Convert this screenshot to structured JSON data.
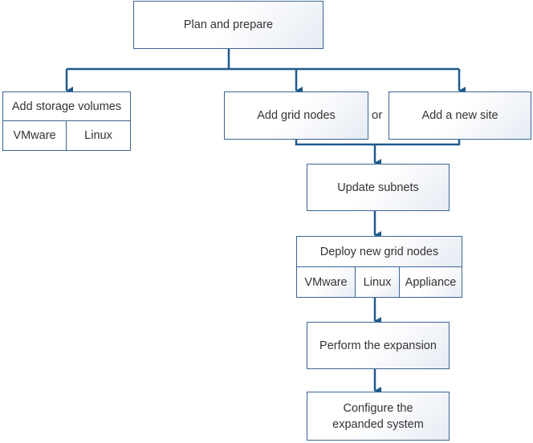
{
  "diagram": {
    "plan": "Plan and prepare",
    "storage": {
      "title": "Add storage volumes",
      "options": [
        "VMware",
        "Linux"
      ]
    },
    "add_grid_nodes": "Add grid nodes",
    "or_label": "or",
    "add_new_site": "Add a new site",
    "update_subnets": "Update subnets",
    "deploy": {
      "title": "Deploy new grid nodes",
      "options": [
        "VMware",
        "Linux",
        "Appliance"
      ]
    },
    "perform": "Perform the expansion",
    "configure": "Configure the expanded system"
  },
  "colors": {
    "line": "#1f5a8c",
    "box_border": "#3a6591",
    "box_gradient_end": "#e6ebf3"
  }
}
